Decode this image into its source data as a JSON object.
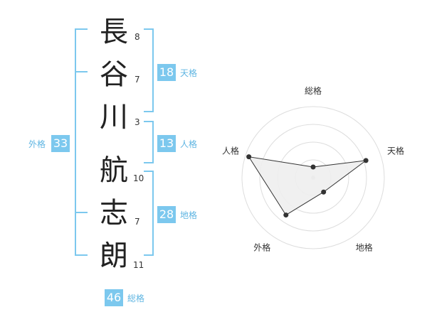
{
  "name_chars": [
    {
      "char": "長",
      "strokes": "8"
    },
    {
      "char": "谷",
      "strokes": "7"
    },
    {
      "char": "川",
      "strokes": "3"
    },
    {
      "char": "航",
      "strokes": "10"
    },
    {
      "char": "志",
      "strokes": "7"
    },
    {
      "char": "朗",
      "strokes": "11"
    }
  ],
  "scores": {
    "tenkaku": {
      "value": "18",
      "label": "天格"
    },
    "jinkaku": {
      "value": "13",
      "label": "人格"
    },
    "chikaku": {
      "value": "28",
      "label": "地格"
    },
    "gaikaku": {
      "value": "33",
      "label": "外格"
    },
    "soukaku": {
      "value": "46",
      "label": "総格"
    }
  },
  "colors": {
    "accent": "#7cc8ee",
    "accent_text": "#5fb5e2",
    "radar_ring": "#dddddd",
    "radar_fill": "#eeeeee",
    "radar_line": "#333333"
  },
  "chart_data": {
    "type": "radar",
    "axes": [
      "総格",
      "天格",
      "地格",
      "外格",
      "人格"
    ],
    "values": [
      0.15,
      0.78,
      0.25,
      0.65,
      0.95
    ],
    "value_scale": [
      0,
      1
    ],
    "rings": 4,
    "title": ""
  }
}
